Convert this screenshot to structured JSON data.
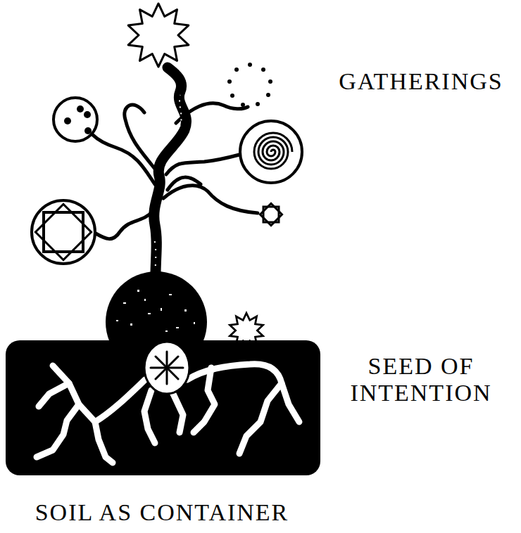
{
  "diagram": {
    "labels": [
      "GATHERINGS",
      "SEED OF INTENTION",
      "SOIL AS CONTAINER"
    ]
  }
}
